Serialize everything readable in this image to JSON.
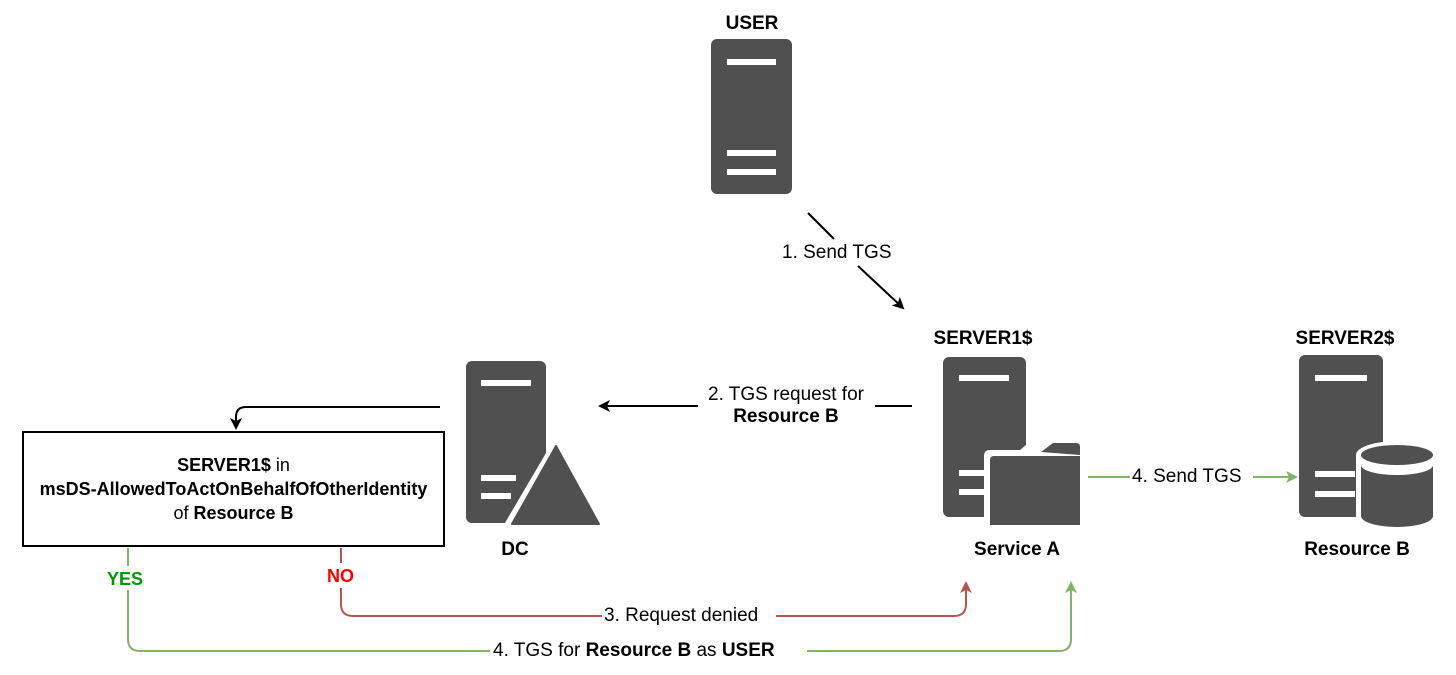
{
  "colors": {
    "icon": "#505050",
    "arrow_black": "#000000",
    "arrow_green": "#82b366",
    "arrow_red": "#b85450",
    "yes_text": "#009900",
    "no_text": "#ff0000"
  },
  "nodes": {
    "user": {
      "title": "USER",
      "icon": "server-icon"
    },
    "server1": {
      "title": "SERVER1$",
      "caption": "Service A",
      "icon": "server-folder-icon"
    },
    "server2": {
      "title": "SERVER2$",
      "caption": "Resource B",
      "icon": "server-database-icon"
    },
    "dc": {
      "caption": "DC",
      "icon": "server-triangle-icon"
    },
    "decision": {
      "line1_bold": "SERVER1$",
      "line1_rest": " in",
      "line2_bold": "msDS-AllowedToActOnBehalfOfOtherIdentity",
      "line3_pre": "of ",
      "line3_bold": "Resource B"
    }
  },
  "edges": {
    "send_tgs_1": {
      "label": "1. Send TGS"
    },
    "tgs_request": {
      "label_line1": "2. TGS request for",
      "label_line2_bold": "Resource B"
    },
    "request_denied": {
      "label": "3. Request denied"
    },
    "tgs_for_resource": {
      "pre": "4. TGS for ",
      "bold1": "Resource B",
      "mid": " as ",
      "bold2": "USER"
    },
    "send_tgs_4": {
      "label": "4. Send TGS"
    },
    "yes": {
      "label": "YES"
    },
    "no": {
      "label": "NO"
    }
  }
}
